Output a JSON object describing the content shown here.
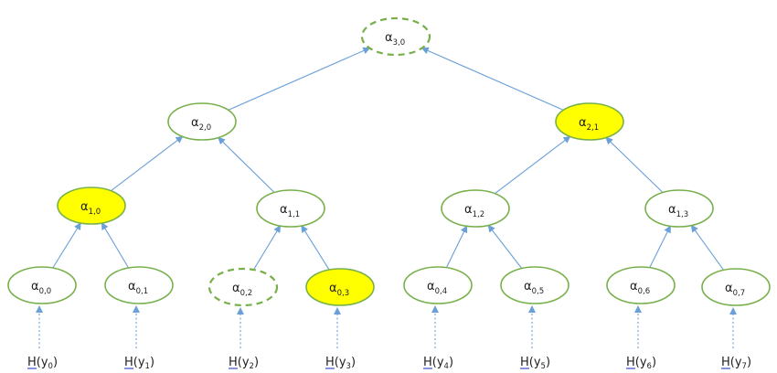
{
  "colors": {
    "node_stroke": "#77b04a",
    "highlight_fill": "#ffff00",
    "normal_fill": "#ffffff",
    "edge": "#6a9fd8",
    "leaf_underline": "#3b4ec8"
  },
  "nodes": [
    {
      "id": "a30",
      "symbol": "α",
      "sub": "3,0",
      "style": "dashed"
    },
    {
      "id": "a20",
      "symbol": "α",
      "sub": "2,0",
      "style": "normal"
    },
    {
      "id": "a21",
      "symbol": "α",
      "sub": "2,1",
      "style": "highlight"
    },
    {
      "id": "a10",
      "symbol": "α",
      "sub": "1,0",
      "style": "highlight"
    },
    {
      "id": "a11",
      "symbol": "α",
      "sub": "1,1",
      "style": "normal"
    },
    {
      "id": "a12",
      "symbol": "α",
      "sub": "1,2",
      "style": "normal"
    },
    {
      "id": "a13",
      "symbol": "α",
      "sub": "1,3",
      "style": "normal"
    },
    {
      "id": "a00",
      "symbol": "α",
      "sub": "0,0",
      "style": "normal"
    },
    {
      "id": "a01",
      "symbol": "α",
      "sub": "0,1",
      "style": "normal"
    },
    {
      "id": "a02",
      "symbol": "α",
      "sub": "0,2",
      "style": "dashed"
    },
    {
      "id": "a03",
      "symbol": "α",
      "sub": "0,3",
      "style": "highlight"
    },
    {
      "id": "a04",
      "symbol": "α",
      "sub": "0,4",
      "style": "normal"
    },
    {
      "id": "a05",
      "symbol": "α",
      "sub": "0,5",
      "style": "normal"
    },
    {
      "id": "a06",
      "symbol": "α",
      "sub": "0,6",
      "style": "normal"
    },
    {
      "id": "a07",
      "symbol": "α",
      "sub": "0,7",
      "style": "normal"
    }
  ],
  "edges": [
    [
      "a20",
      "a30"
    ],
    [
      "a21",
      "a30"
    ],
    [
      "a10",
      "a20"
    ],
    [
      "a11",
      "a20"
    ],
    [
      "a12",
      "a21"
    ],
    [
      "a13",
      "a21"
    ],
    [
      "a00",
      "a10"
    ],
    [
      "a01",
      "a10"
    ],
    [
      "a02",
      "a11"
    ],
    [
      "a03",
      "a11"
    ],
    [
      "a04",
      "a12"
    ],
    [
      "a05",
      "a12"
    ],
    [
      "a06",
      "a13"
    ],
    [
      "a07",
      "a13"
    ]
  ],
  "leaves": [
    {
      "id": "h0",
      "prefix": "H",
      "open": "(y",
      "sub": "0",
      "close": ")",
      "target": "a00"
    },
    {
      "id": "h1",
      "prefix": "H",
      "open": "(y",
      "sub": "1",
      "close": ")",
      "target": "a01"
    },
    {
      "id": "h2",
      "prefix": "H",
      "open": "(y",
      "sub": "2",
      "close": ")",
      "target": "a02"
    },
    {
      "id": "h3",
      "prefix": "H",
      "open": "(y",
      "sub": "3",
      "close": ")",
      "target": "a03"
    },
    {
      "id": "h4",
      "prefix": "H",
      "open": "(y",
      "sub": "4",
      "close": ")",
      "target": "a04"
    },
    {
      "id": "h5",
      "prefix": "H",
      "open": "(y",
      "sub": "5",
      "close": ")",
      "target": "a05"
    },
    {
      "id": "h6",
      "prefix": "H",
      "open": "(y",
      "sub": "6",
      "close": ")",
      "target": "a06"
    },
    {
      "id": "h7",
      "prefix": "H",
      "open": "(y",
      "sub": "7",
      "close": ")",
      "target": "a07"
    }
  ]
}
